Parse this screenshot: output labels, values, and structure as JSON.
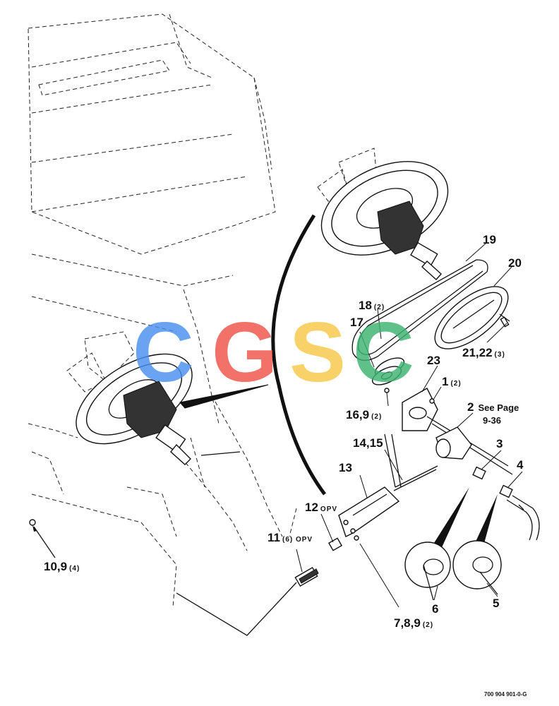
{
  "watermark": {
    "letters": [
      "C",
      "G",
      "S",
      "C"
    ],
    "colors": [
      "#4a8ff0",
      "#f0544a",
      "#f7c948",
      "#3cb371"
    ]
  },
  "callouts": [
    {
      "id": "c19",
      "num": "19",
      "qty": ""
    },
    {
      "id": "c20",
      "num": "20",
      "qty": ""
    },
    {
      "id": "c18",
      "num": "18",
      "qty": "(2)"
    },
    {
      "id": "c17",
      "num": "17",
      "qty": ""
    },
    {
      "id": "c21",
      "num": "21,22",
      "qty": "(3)"
    },
    {
      "id": "c23",
      "num": "23",
      "qty": ""
    },
    {
      "id": "c1",
      "num": "1",
      "qty": "(2)"
    },
    {
      "id": "c16",
      "num": "16,9",
      "qty": "(2)"
    },
    {
      "id": "c2",
      "num": "2",
      "qty": ""
    },
    {
      "id": "c14",
      "num": "14,15",
      "qty": ""
    },
    {
      "id": "c3",
      "num": "3",
      "qty": ""
    },
    {
      "id": "c4",
      "num": "4",
      "qty": ""
    },
    {
      "id": "c13",
      "num": "13",
      "qty": ""
    },
    {
      "id": "c12",
      "num": "12",
      "qty": "OPV"
    },
    {
      "id": "c11",
      "num": "11",
      "qty": "(6) OPV"
    },
    {
      "id": "c10",
      "num": "10,9",
      "qty": "(4)"
    },
    {
      "id": "c6",
      "num": "6",
      "qty": ""
    },
    {
      "id": "c5",
      "num": "5",
      "qty": ""
    },
    {
      "id": "c7",
      "num": "7,8,9",
      "qty": "(2)"
    }
  ],
  "see_page": {
    "prefix": "See Page",
    "page": "9-36"
  },
  "doc_number": "700 904 901-0-G"
}
